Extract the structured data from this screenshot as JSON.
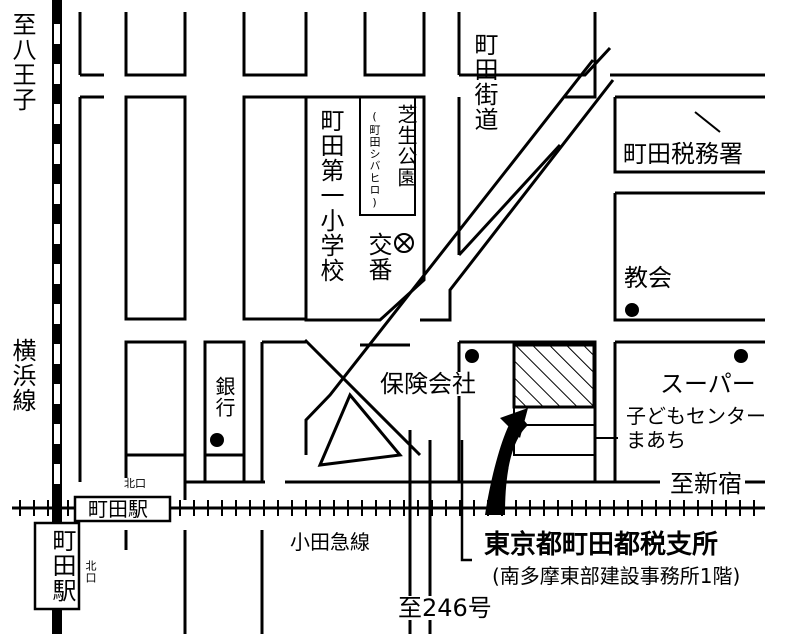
{
  "colors": {
    "ink": "#000000",
    "paper": "#ffffff"
  },
  "labels": {
    "to_hachioji": "至八王子",
    "yokohama_line": "横浜線",
    "machida_station_vertical": "町田駅",
    "kitaguchi_left": "北口",
    "kitaguchi_top": "北口",
    "machida_station_box": "町田駅",
    "odakyu_line": "小田急線",
    "to_246": "至246号",
    "to_shinjuku": "至新宿",
    "machida_kaido": "町田街道",
    "machida_daiichi_school": "町田第一小学校",
    "shibafu_park": "芝生公園",
    "shibafu_park_sub": "(町田シバヒロ)",
    "koban": "交番",
    "bank": "銀行",
    "insurance": "保険会社",
    "tax_office": "町田税務署",
    "church": "教会",
    "supermarket": "スーパー",
    "children_center": "子どもセンター",
    "children_center_name": "まあち",
    "target_office": "東京都町田都税支所",
    "target_office_sub": "(南多摩東部建設事務所1階)"
  }
}
